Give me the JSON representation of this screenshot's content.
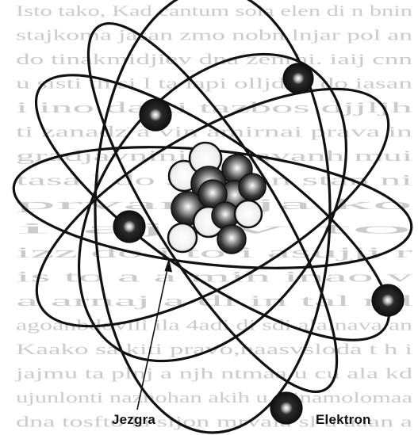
{
  "diagram": {
    "labels": {
      "nucleus": "Jezgra",
      "electron": "Elektron"
    },
    "background_text_lines": [
      "Isto tako, Kad cantum sola elen di n bnin",
      "stajkoma jasan zmo nobn lnjar pol an",
      "do tinakmidjiev dna zenrhi. iaij cnn",
      "u sisti th si l ta lapi olljdbd do iasan",
      "i ino da ci tazbos djjljh",
      "ti zanadz a vin amirnai prava in",
      "gradjavnini ki pavanh mui",
      "tasa l do sazhjan stan ni",
      "prvane ja ko",
      "i ajav to",
      "izz do i to i asujji r",
      "is to a a mih inao v",
      "a arnaj a di in tal nd",
      "agoanbdovili ila 4adi di sdi alalnava an",
      "Kaako sa kiti pravo,naasvsloda t h i",
      "jajmu ta plnj a njh ntmaa u cu ala kd",
      "ujunlonti naznohan akih u oiinamolomaa",
      "dna tosfto la sijon mrvaia sl u aaan a"
    ],
    "colors": {
      "ink": "#111111",
      "paper": "#ffffff",
      "faded_text": "#c9c9c9",
      "electron_fill": "#1a1a1a",
      "proton_fill": "#2a2a2a",
      "neutron_fill": "#f2f2f2"
    }
  }
}
